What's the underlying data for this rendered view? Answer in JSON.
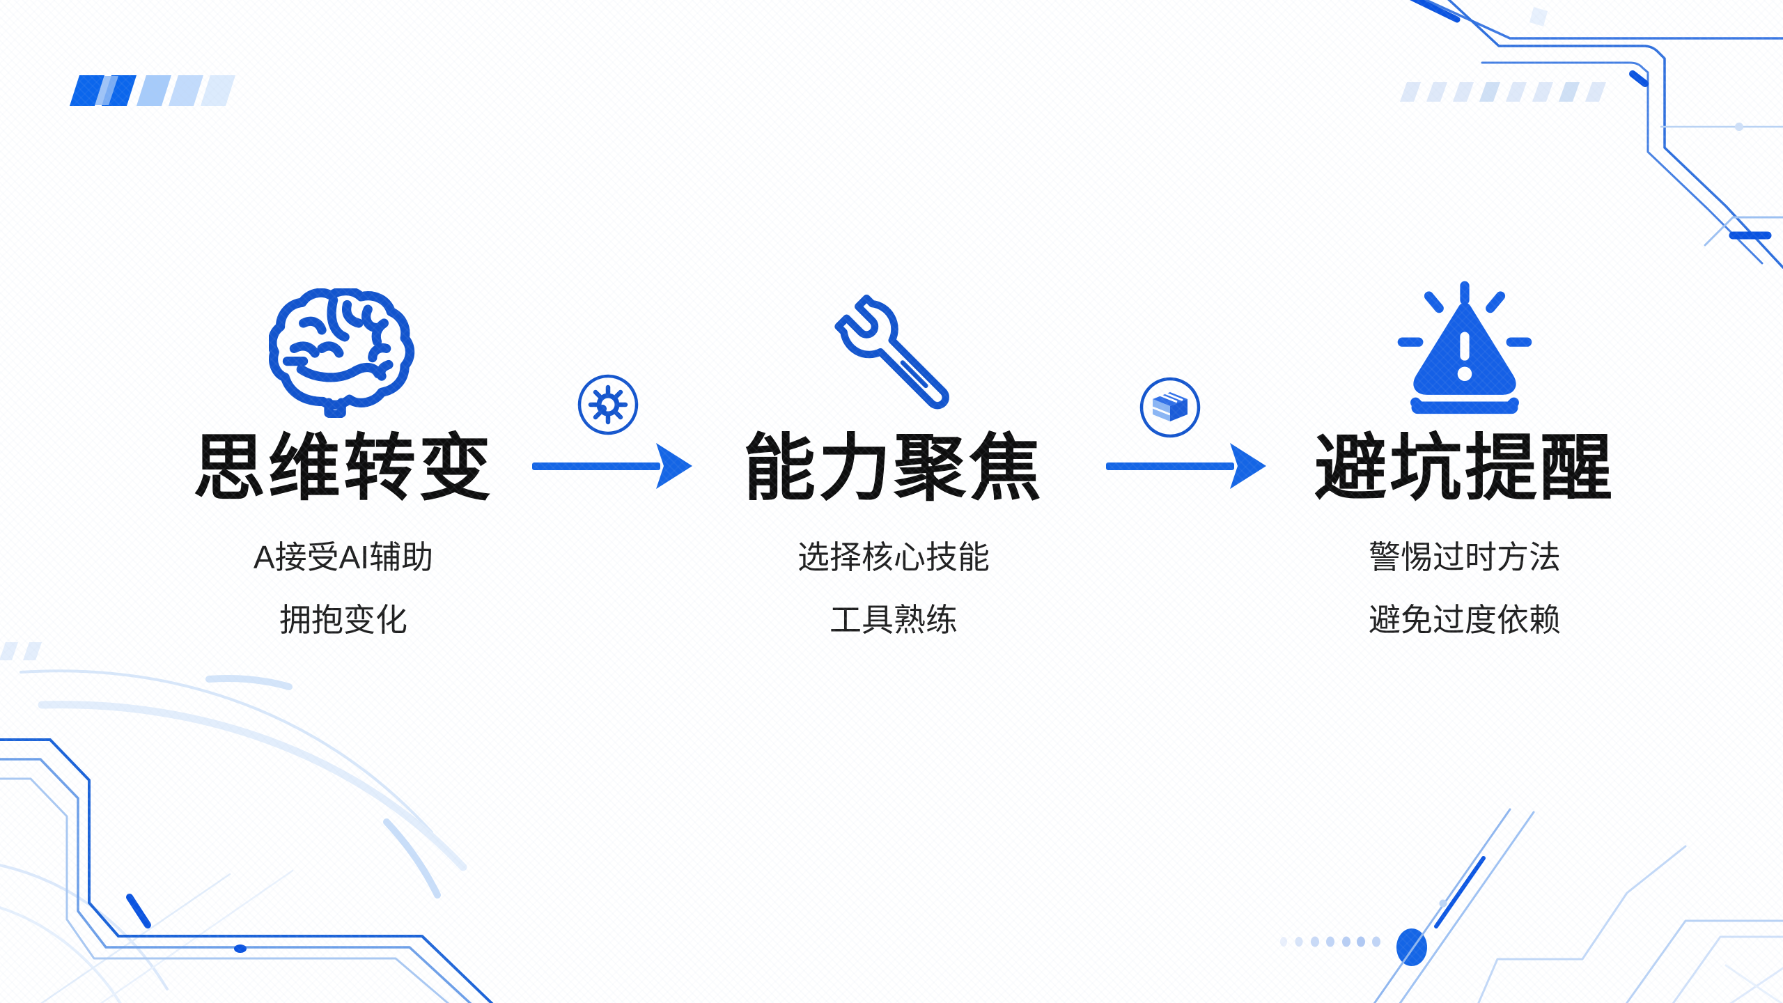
{
  "slide": {
    "type": "three-step-process-diagram",
    "background": "#ffffff"
  },
  "colors": {
    "primary_blue": "#1465e5",
    "icon_stroke_blue": "#1254cd",
    "dark_accent_blue": "#0a53e0",
    "light_decor_blue": "#cfe0f8",
    "title_text": "#0d0d0d",
    "body_text": "#1e1e1e"
  },
  "steps": [
    {
      "icon": "brain-icon",
      "title": "思维转变",
      "lines": [
        "A接受AI辅助",
        "拥抱变化"
      ]
    },
    {
      "icon": "wrench-icon",
      "title": "能力聚焦",
      "lines": [
        "选择核心技能",
        "工具熟练"
      ]
    },
    {
      "icon": "alert-icon",
      "title": "避坑提醒",
      "lines": [
        "警惕过时方法",
        "避免过度依赖"
      ]
    }
  ],
  "connectors": [
    {
      "badge_icon": "gear-badge-icon",
      "arrow": "right-arrow"
    },
    {
      "badge_icon": "box-badge-icon",
      "arrow": "right-arrow"
    }
  ],
  "decorations": [
    "top-left-slashes",
    "top-right-circuit",
    "bottom-left-circuit-arcs",
    "bottom-right-dots-circuit"
  ]
}
